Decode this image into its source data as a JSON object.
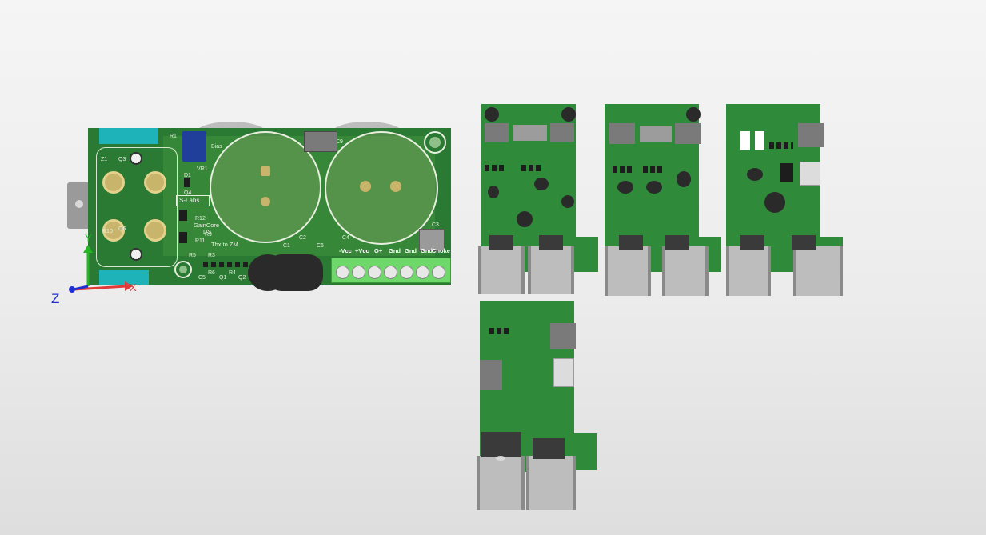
{
  "main_board": {
    "silkscreen": {
      "bias": "Bias",
      "brand": "S-Labs",
      "gaincore": "GainCore",
      "ds": "DS",
      "thanks": "Thx to ZM",
      "r1": "R1",
      "r3": "R3",
      "r4": "R4",
      "r5": "R5",
      "r6": "R6",
      "r9": "R9",
      "r10": "R10",
      "r11": "R11",
      "r12": "R12",
      "c1": "C1",
      "c2": "C2",
      "c3": "C3",
      "c4": "C4",
      "c5": "C5",
      "c6": "C6",
      "q1": "Q1",
      "q2": "Q2",
      "q3": "Q3",
      "q4": "Q4",
      "q6": "Q6",
      "vr1": "VR1",
      "z1": "Z1",
      "d1": "D1",
      "c9": "C9"
    },
    "terminal_labels": [
      "-Vcc",
      "+Vcc",
      "O+",
      "Gnd",
      "Gnd",
      "Gnd",
      "Choke"
    ]
  },
  "axis_triad": {
    "x": "X",
    "y": "Y",
    "z": "Z"
  },
  "colors": {
    "pcb_green": "#2a7a33",
    "pcb_green_light": "#3a9a3f",
    "terminal_green": "#6fd86a",
    "teal_connector": "#1eb3b8",
    "axis_x": "#e23a3a",
    "axis_y": "#26b526",
    "axis_z": "#1f2fd4"
  }
}
